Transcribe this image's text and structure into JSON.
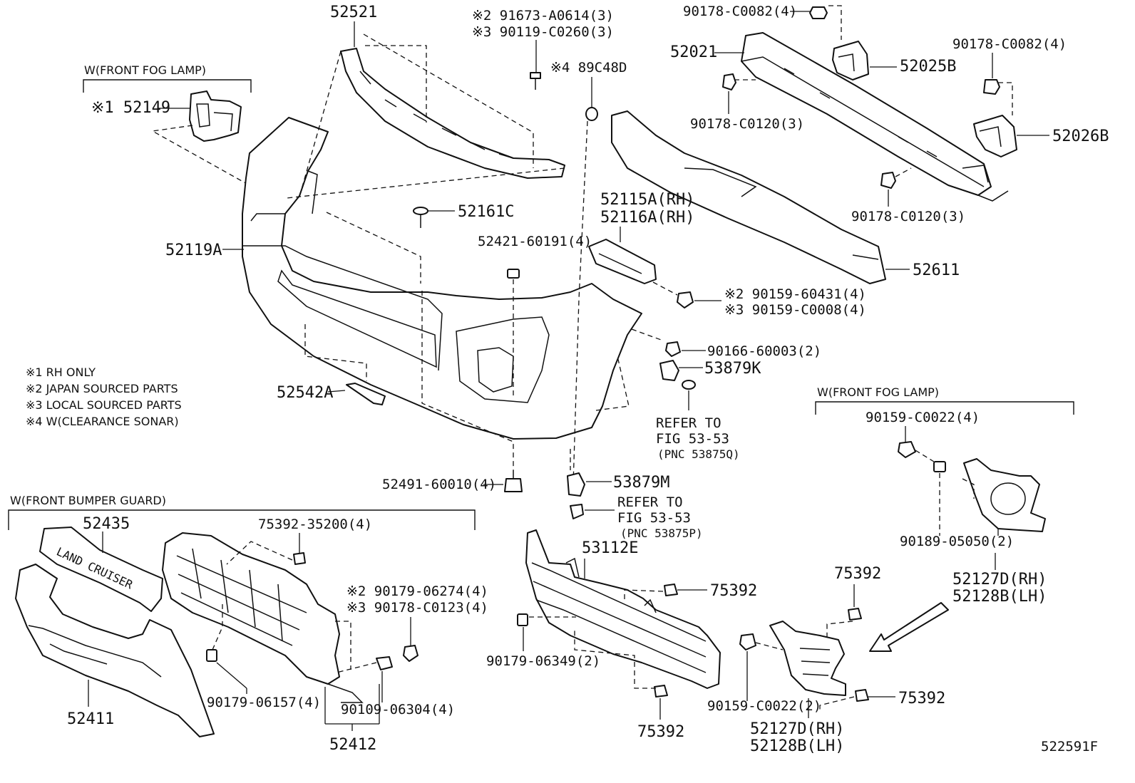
{
  "figure_id": "522591F",
  "notes": [
    "※1 RH ONLY",
    "※2 JAPAN SOURCED PARTS",
    "※3 LOCAL SOURCED PARTS",
    "※4 W(CLEARANCE SONAR)"
  ],
  "groups": {
    "fog_lamp_top": "W(FRONT FOG LAMP)",
    "fog_lamp_right": "W(FRONT FOG LAMP)",
    "bumper_guard": "W(FRONT BUMPER GUARD)"
  },
  "labels": {
    "p52521": "52521",
    "p91673": "※2 91673-A0614(3)",
    "p90119": "※3 90119-C0260(3)",
    "p89c48d": "※4 89C48D",
    "p52149": "※1 52149",
    "p90178_top": "90178-C0082(4)",
    "p52021": "52021",
    "p52025b": "52025B",
    "p90178_right": "90178-C0082(4)",
    "p90178_c0120_a": "90178-C0120(3)",
    "p52026b": "52026B",
    "p90178_c0120_b": "90178-C0120(3)",
    "p52115a": "52115A(RH)",
    "p52116a": "52116A(RH)",
    "p52161c": "52161C",
    "p52119a": "52119A",
    "p52421": "52421-60191(4)",
    "p52611": "52611",
    "p90159_60431": "※2 90159-60431(4)",
    "p90159_c0008": "※3 90159-C0008(4)",
    "p90166": "90166-60003(2)",
    "p53879k": "53879K",
    "p52542a": "52542A",
    "refer1_a": "REFER TO",
    "refer1_b": "FIG 53-53",
    "refer1_c": "(PNC 53875Q)",
    "p90159_c0022_top": "90159-C0022(4)",
    "p53879m": "53879M",
    "p52491": "52491-60010(4)",
    "refer2_a": "REFER TO",
    "refer2_b": "FIG 53-53",
    "refer2_c": "(PNC 53875P)",
    "p52435": "52435",
    "p75392_35200": "75392-35200(4)",
    "p90179_06274": "※2 90179-06274(4)",
    "p90178_c0123": "※3 90178-C0123(4)",
    "p90179_06157": "90179-06157(4)",
    "p90109": "90109-06304(4)",
    "p52411": "52411",
    "p52412": "52412",
    "p53112e": "53112E",
    "p75392_a": "75392",
    "p90179_06349": "90179-06349(2)",
    "p75392_b": "75392",
    "p90189": "90189-05050(2)",
    "p52127d_a": "52127D(RH)",
    "p52128b_a": "52128B(LH)",
    "p75392_c": "75392",
    "p75392_d": "75392",
    "p90159_c0022_bot": "90159-C0022(2)",
    "p52127d_b": "52127D(RH)",
    "p52128b_b": "52128B(LH)"
  },
  "emblem_text": "LAND CRUISER"
}
